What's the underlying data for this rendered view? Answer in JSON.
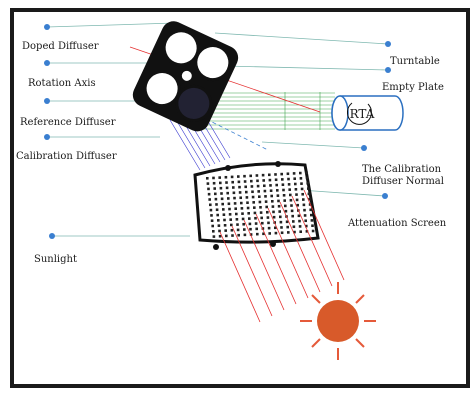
{
  "labels": {
    "doped_diffuser": "Doped Diffuser",
    "rotation_axis": "Rotation Axis",
    "reference_diffuser": "Reference Diffuser",
    "calibration_diffuser": "Calibration Diffuser",
    "sunlight": "Sunlight",
    "turntable": "Turntable",
    "empty_plate": "Empty Plate",
    "calibration_normal_line1": "The Calibration",
    "calibration_normal_line2": "Diffuser Normal",
    "attenuation_screen": "Attenuation Screen",
    "rta": "RTA"
  },
  "colors": {
    "leader_line": "#7fb8b0",
    "dot": "#3a7fd0",
    "sun": "#d85a2a",
    "sun_ray": "#e55a3a",
    "green_beam": "#3fa34d",
    "blue_beam": "#3a3ad0",
    "red_beam": "#e53030",
    "rta_outline": "#2a6fc0"
  }
}
